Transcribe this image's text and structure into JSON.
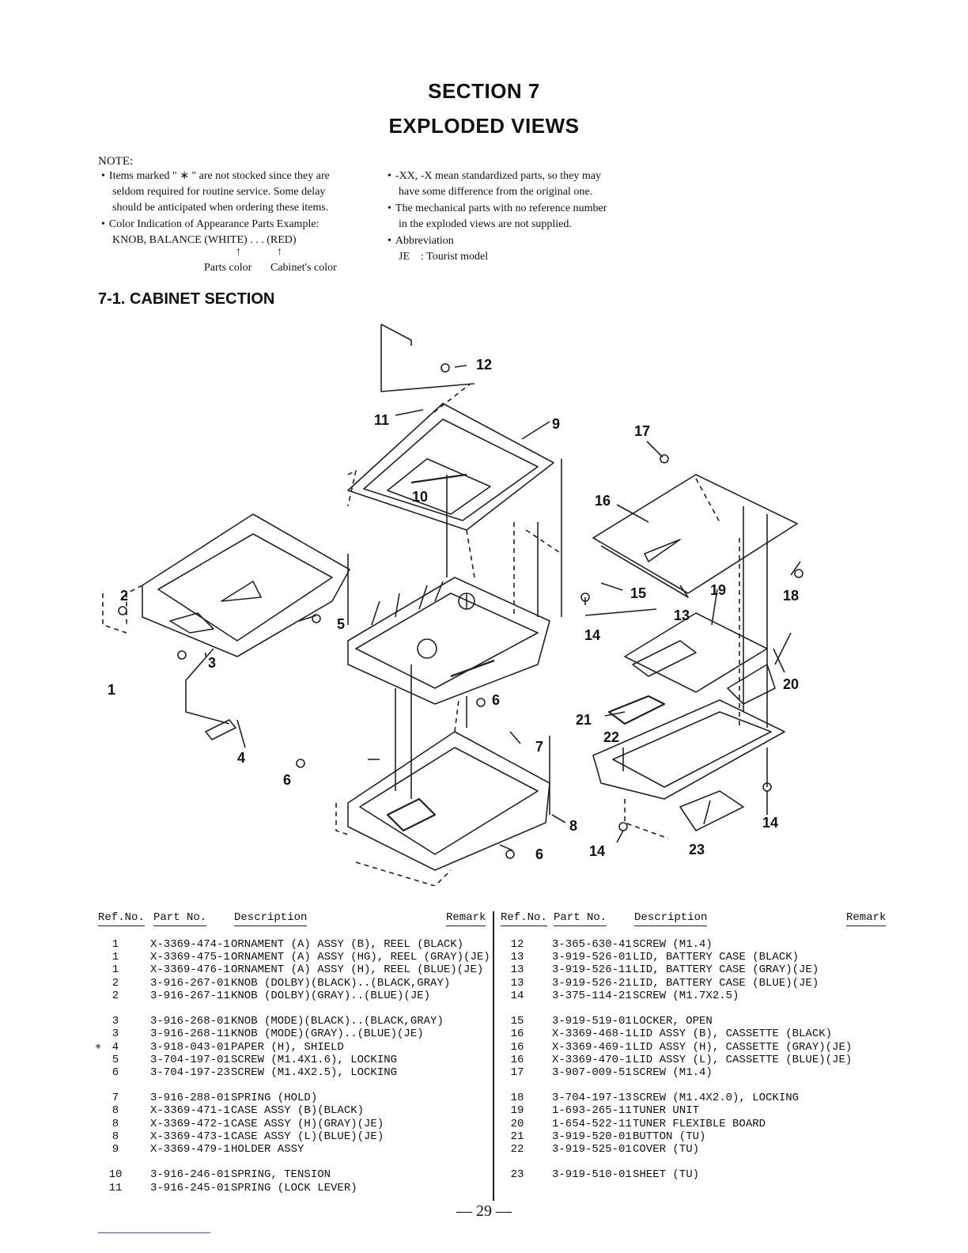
{
  "header": {
    "section": "SECTION 7",
    "title": "EXPLODED VIEWS"
  },
  "note": {
    "label": "NOTE:",
    "left": [
      [
        "Items marked \" ∗ \" are not stocked since they are",
        "seldom required for routine service. Some delay",
        "should be anticipated when ordering these items."
      ],
      [
        "Color Indication of Appearance Parts Example:",
        "KNOB, BALANCE (WHITE) . . . (RED)"
      ]
    ],
    "arrows": [
      "↑",
      "↑"
    ],
    "color_labels": [
      "Parts color",
      "Cabinet's color"
    ],
    "right": [
      [
        "-XX, -X mean standardized parts, so they may",
        "have some difference from the original one."
      ],
      [
        "The mechanical parts with no reference number",
        "in the exploded views are not supplied."
      ],
      [
        "Abbreviation",
        "JE    : Tourist model"
      ]
    ]
  },
  "subsection": "7-1.  CABINET SECTION",
  "callouts": [
    "12",
    "11",
    "9",
    "17",
    "10",
    "16",
    "2",
    "15",
    "19",
    "18",
    "13",
    "5",
    "14",
    "3",
    "1",
    "20",
    "6",
    "21",
    "22",
    "7",
    "4",
    "6",
    "8",
    "14",
    "14",
    "23",
    "6"
  ],
  "table_headers": {
    "ref": "Ref.No.",
    "part": "Part No.",
    "desc": "Description",
    "remark": "Remark"
  },
  "left_rows": [
    {
      "ref": "1",
      "part": "X-3369-474-1",
      "desc": "ORNAMENT (A) ASSY (B), REEL (BLACK)"
    },
    {
      "ref": "1",
      "part": "X-3369-475-1",
      "desc": "ORNAMENT (A) ASSY (HG), REEL (GRAY)(JE)"
    },
    {
      "ref": "1",
      "part": "X-3369-476-1",
      "desc": "ORNAMENT (A) ASSY (H), REEL (BLUE)(JE)"
    },
    {
      "ref": "2",
      "part": "3-916-267-01",
      "desc": "KNOB (DOLBY)(BLACK)..(BLACK,GRAY)"
    },
    {
      "ref": "2",
      "part": "3-916-267-11",
      "desc": "KNOB (DOLBY)(GRAY)..(BLUE)(JE)"
    },
    {
      "ref": "3",
      "part": "3-916-268-01",
      "desc": "KNOB (MODE)(BLACK)..(BLACK,GRAY)"
    },
    {
      "ref": "3",
      "part": "3-916-268-11",
      "desc": "KNOB (MODE)(GRAY)..(BLUE)(JE)"
    },
    {
      "ref": "4",
      "part": "3-918-043-01",
      "desc": "PAPER (H), SHIELD",
      "mark": "∗"
    },
    {
      "ref": "5",
      "part": "3-704-197-01",
      "desc": "SCREW (M1.4X1.6), LOCKING"
    },
    {
      "ref": "6",
      "part": "3-704-197-23",
      "desc": "SCREW (M1.4X2.5), LOCKING"
    },
    {
      "ref": "7",
      "part": "3-916-288-01",
      "desc": "SPRING (HOLD)"
    },
    {
      "ref": "8",
      "part": "X-3369-471-1",
      "desc": "CASE ASSY (B)(BLACK)"
    },
    {
      "ref": "8",
      "part": "X-3369-472-1",
      "desc": "CASE ASSY (H)(GRAY)(JE)"
    },
    {
      "ref": "8",
      "part": "X-3369-473-1",
      "desc": "CASE ASSY (L)(BLUE)(JE)"
    },
    {
      "ref": "9",
      "part": "X-3369-479-1",
      "desc": "HOLDER ASSY"
    },
    {
      "ref": "10",
      "part": "3-916-246-01",
      "desc": "SPRING, TENSION"
    },
    {
      "ref": "11",
      "part": "3-916-245-01",
      "desc": "SPRING (LOCK LEVER)"
    }
  ],
  "right_rows": [
    {
      "ref": "12",
      "part": "3-365-630-41",
      "desc": "SCREW (M1.4)"
    },
    {
      "ref": "13",
      "part": "3-919-526-01",
      "desc": "LID, BATTERY CASE (BLACK)"
    },
    {
      "ref": "13",
      "part": "3-919-526-11",
      "desc": "LID, BATTERY CASE (GRAY)(JE)"
    },
    {
      "ref": "13",
      "part": "3-919-526-21",
      "desc": "LID, BATTERY CASE (BLUE)(JE)"
    },
    {
      "ref": "14",
      "part": "3-375-114-21",
      "desc": "SCREW (M1.7X2.5)"
    },
    {
      "ref": "15",
      "part": "3-919-519-01",
      "desc": "LOCKER, OPEN"
    },
    {
      "ref": "16",
      "part": "X-3369-468-1",
      "desc": "LID ASSY (B), CASSETTE (BLACK)"
    },
    {
      "ref": "16",
      "part": "X-3369-469-1",
      "desc": "LID ASSY (H), CASSETTE (GRAY)(JE)"
    },
    {
      "ref": "16",
      "part": "X-3369-470-1",
      "desc": "LID ASSY (L), CASSETTE (BLUE)(JE)"
    },
    {
      "ref": "17",
      "part": "3-907-009-51",
      "desc": "SCREW (M1.4)"
    },
    {
      "ref": "18",
      "part": "3-704-197-13",
      "desc": "SCREW (M1.4X2.0), LOCKING"
    },
    {
      "ref": "19",
      "part": "1-693-265-11",
      "desc": "TUNER UNIT"
    },
    {
      "ref": "20",
      "part": "1-654-522-11",
      "desc": "TUNER FLEXIBLE BOARD"
    },
    {
      "ref": "21",
      "part": "3-919-520-01",
      "desc": "BUTTON (TU)"
    },
    {
      "ref": "22",
      "part": "3-919-525-01",
      "desc": "COVER (TU)"
    },
    {
      "ref": "23",
      "part": "3-919-510-01",
      "desc": "SHEET (TU)"
    }
  ],
  "page_number": "— 29 —"
}
